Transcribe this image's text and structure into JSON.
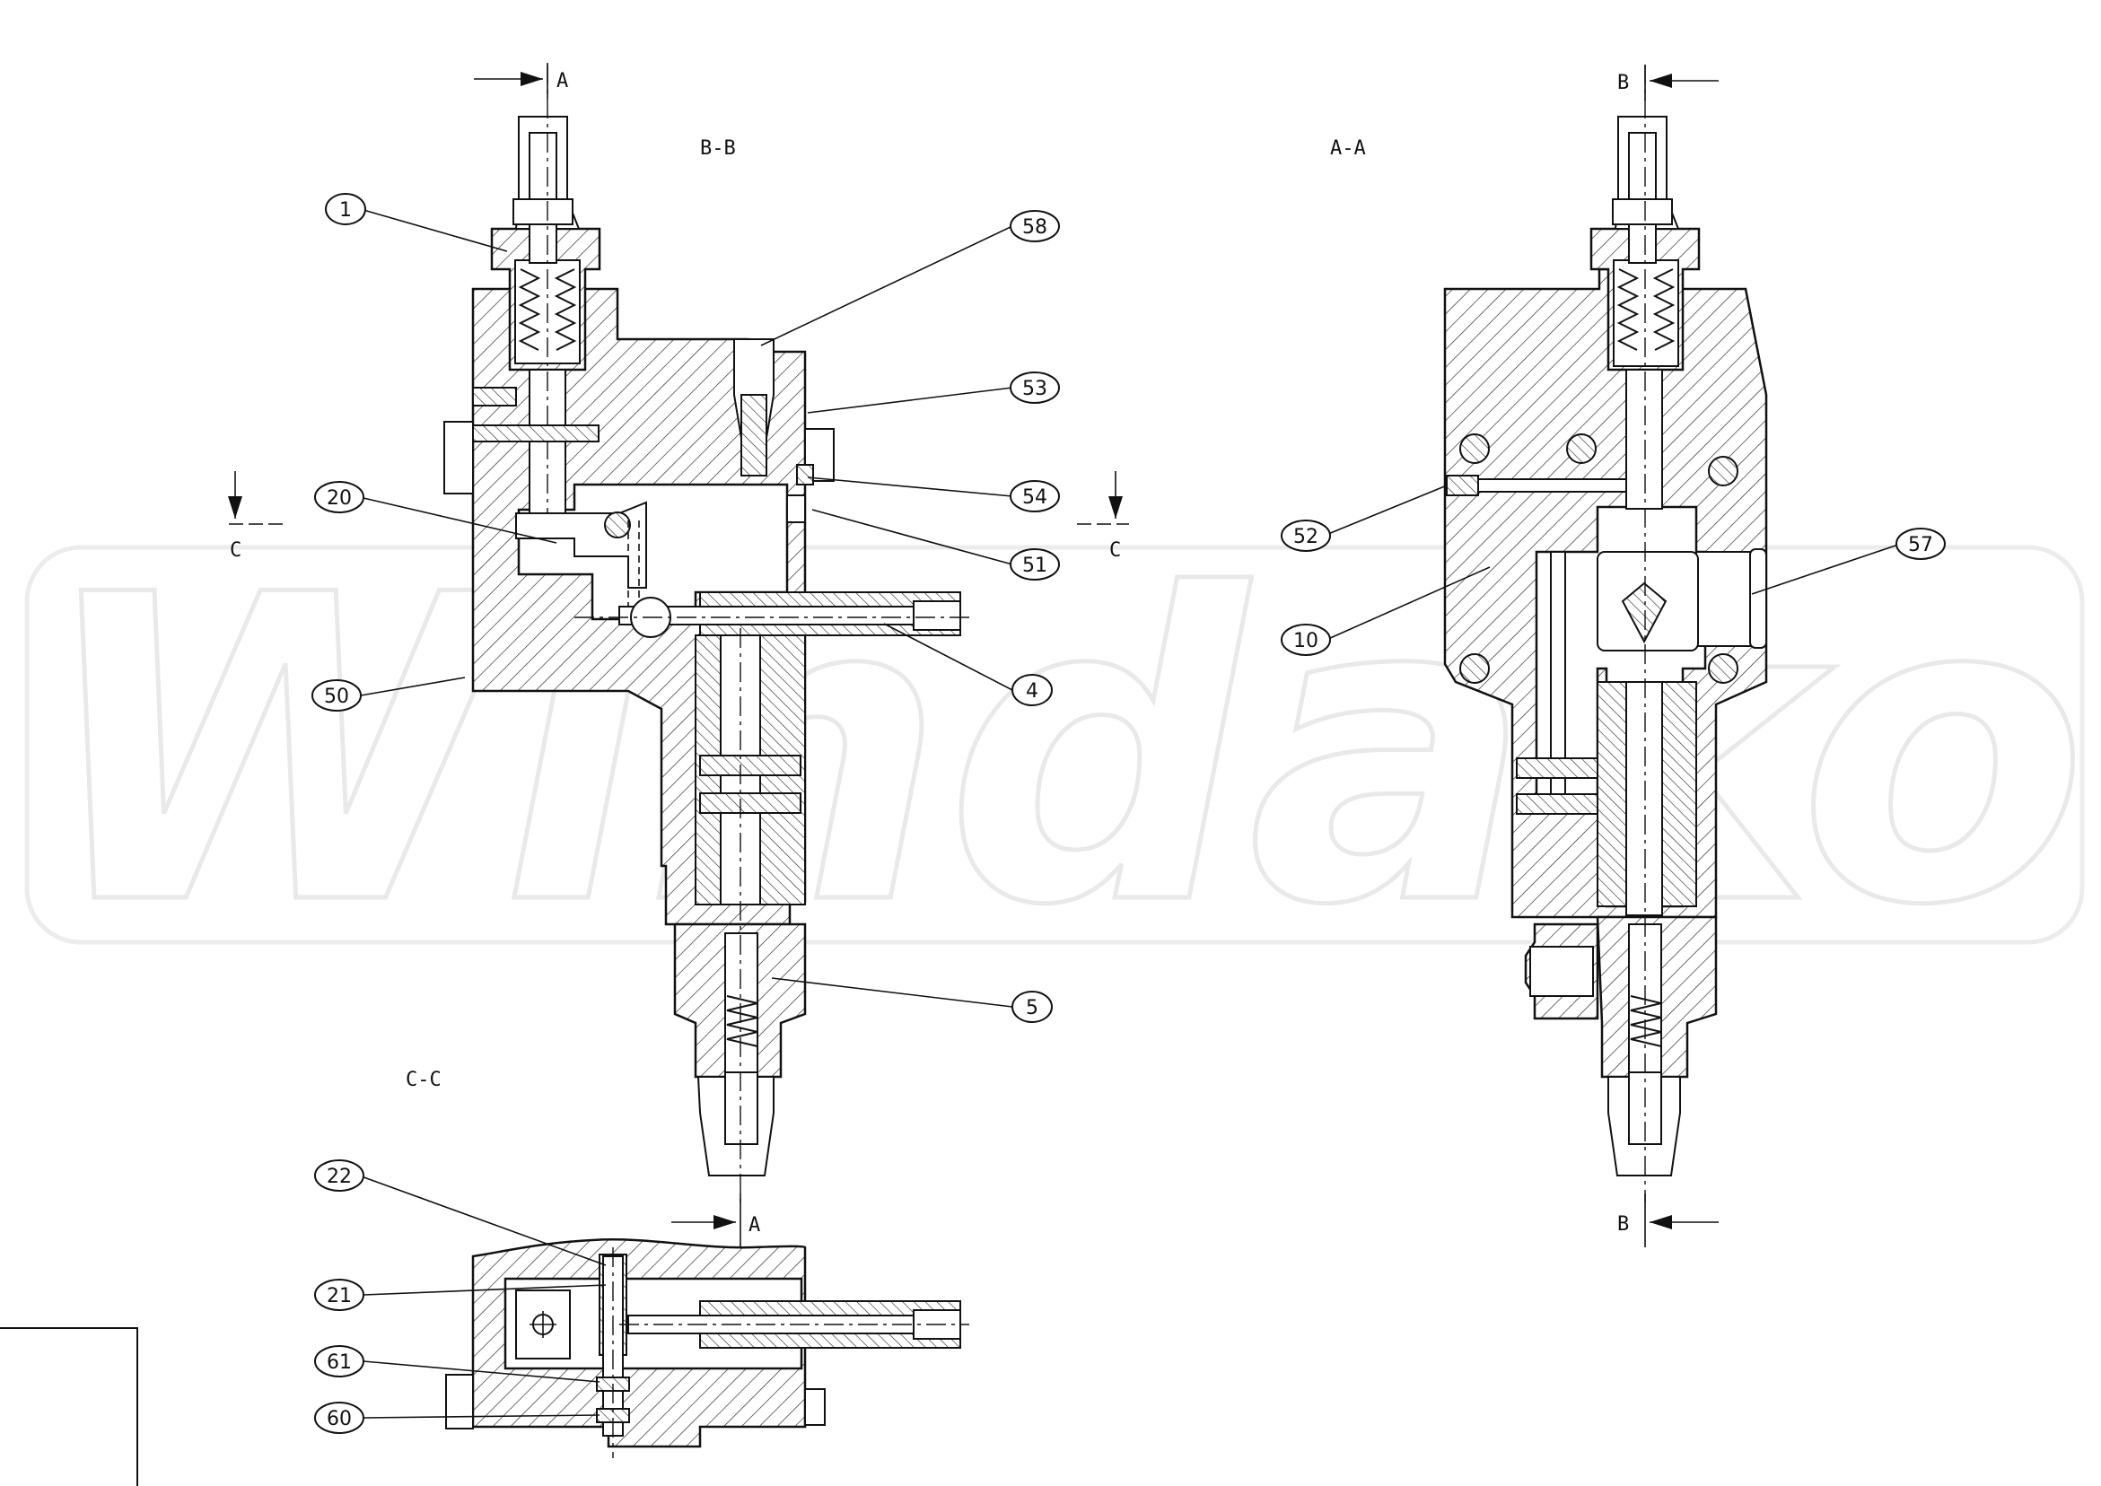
{
  "watermark": {
    "text": "Windako"
  },
  "views": [
    {
      "id": "view-bb",
      "title": "B-B"
    },
    {
      "id": "view-aa",
      "title": "A-A"
    },
    {
      "id": "view-cc",
      "title": "C-C"
    }
  ],
  "section_markers": {
    "a_top": "A",
    "a_bottom": "A",
    "b_top": "B",
    "b_bottom": "B",
    "c_left": "C",
    "c_right": "C"
  },
  "balloons": {
    "b1": "1",
    "b58": "58",
    "b53": "53",
    "b54": "54",
    "b20": "20",
    "b51": "51",
    "b50": "50",
    "b4": "4",
    "b5": "5",
    "b52": "52",
    "b57": "57",
    "b10": "10",
    "b22": "22",
    "b21": "21",
    "b61": "61",
    "b60": "60"
  }
}
